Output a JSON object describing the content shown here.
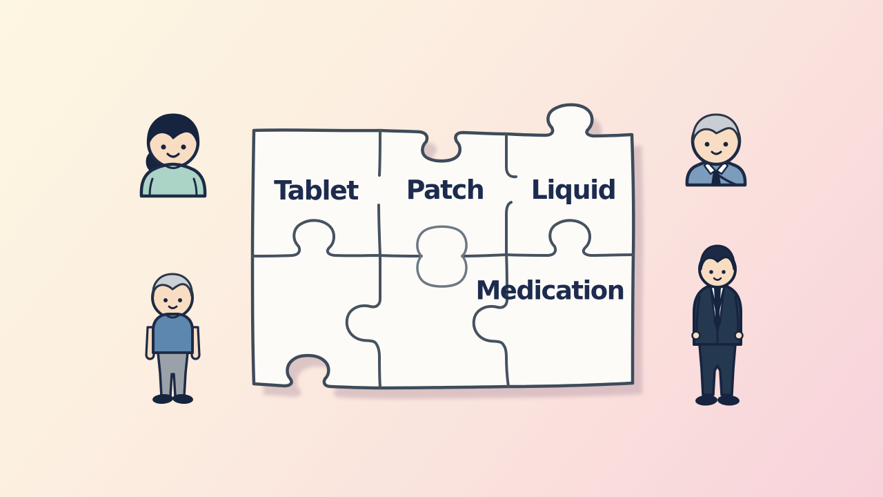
{
  "scene": {
    "description": "Illustration of a six-piece jigsaw puzzle about medication forms, surrounded by four people",
    "background": {
      "gradient_top_left": "#fdf6e2",
      "gradient_bottom_right": "#f8d2db"
    },
    "puzzle": {
      "fill_color": "#fcfbf8",
      "outline_color": "#3e4b5a",
      "inner_line_color": "#46525f",
      "connector_color": "#6d7883",
      "shadow_color": "#b89aa6",
      "label_color": "#1d2b4e",
      "pieces": [
        {
          "position": "top-left",
          "label": "Tablet"
        },
        {
          "position": "top-middle",
          "label": "Patch"
        },
        {
          "position": "top-right",
          "label": "Liquid"
        },
        {
          "position": "bottom-left",
          "label": ""
        },
        {
          "position": "bottom-middle",
          "label": ""
        },
        {
          "position": "bottom-right",
          "label": "Medication"
        }
      ]
    },
    "people": [
      {
        "position": "top-left",
        "icon": "young-woman-icon",
        "description": "Young woman with dark side ponytail wearing a teal top",
        "top_color": "#abd4c6",
        "skin_color": "#f8ddc2",
        "hair_color": "#16243f"
      },
      {
        "position": "top-right",
        "icon": "older-man-suit-icon",
        "description": "Older man with gray hair wearing a blue jacket, white collar and dark tie",
        "suit_color": "#7b9cbd",
        "hair_color": "#c9ced4"
      },
      {
        "position": "bottom-left",
        "icon": "elderly-person-icon",
        "description": "Elderly person with gray hair, blue t-shirt and gray trousers",
        "shirt_color": "#5d87ae",
        "pants_color": "#9aa1a8",
        "hair_color": "#ccd1d6"
      },
      {
        "position": "bottom-right",
        "icon": "businessman-icon",
        "description": "Man with dark hair in a navy suit, white shirt and tie",
        "suit_color": "#24384f",
        "hair_color": "#1d2a45"
      }
    ]
  }
}
